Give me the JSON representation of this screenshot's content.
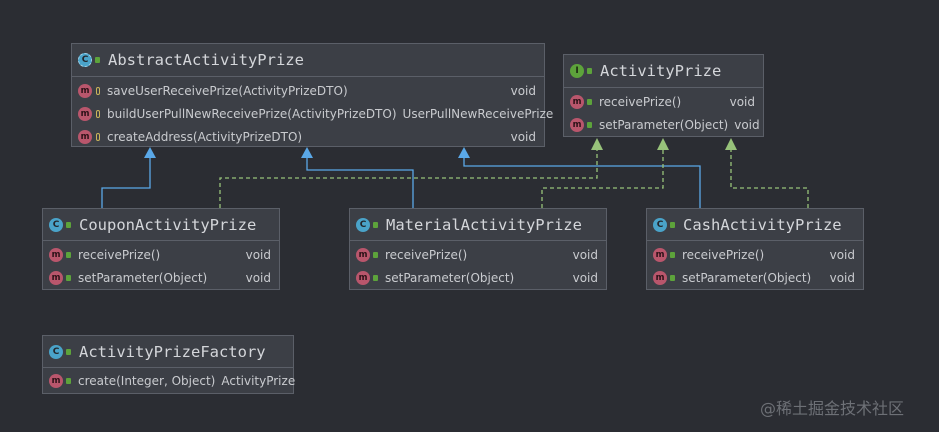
{
  "classes": {
    "abstract_activity_prize": {
      "name": "AbstractActivityPrize",
      "badge": "C",
      "methods": [
        {
          "signature": "saveUserReceivePrize(ActivityPrizeDTO)",
          "return": "void"
        },
        {
          "signature": "buildUserPullNewReceivePrize(ActivityPrizeDTO)",
          "return": "UserPullNewReceivePrize"
        },
        {
          "signature": "createAddress(ActivityPrizeDTO)",
          "return": "void"
        }
      ]
    },
    "activity_prize": {
      "name": "ActivityPrize",
      "badge": "I",
      "methods": [
        {
          "signature": "receivePrize()",
          "return": "void"
        },
        {
          "signature": "setParameter(Object)",
          "return": "void"
        }
      ]
    },
    "coupon_activity_prize": {
      "name": "CouponActivityPrize",
      "badge": "C",
      "methods": [
        {
          "signature": "receivePrize()",
          "return": "void"
        },
        {
          "signature": "setParameter(Object)",
          "return": "void"
        }
      ]
    },
    "material_activity_prize": {
      "name": "MaterialActivityPrize",
      "badge": "C",
      "methods": [
        {
          "signature": "receivePrize()",
          "return": "void"
        },
        {
          "signature": "setParameter(Object)",
          "return": "void"
        }
      ]
    },
    "cash_activity_prize": {
      "name": "CashActivityPrize",
      "badge": "C",
      "methods": [
        {
          "signature": "receivePrize()",
          "return": "void"
        },
        {
          "signature": "setParameter(Object)",
          "return": "void"
        }
      ]
    },
    "activity_prize_factory": {
      "name": "ActivityPrizeFactory",
      "badge": "C",
      "methods": [
        {
          "signature": "create(Integer, Object)",
          "return": "ActivityPrize"
        }
      ]
    }
  },
  "method_badge": "m",
  "colors": {
    "background": "#2b2d33",
    "class_box": "#3c3f46",
    "extends_arrow": "#5aa8e8",
    "implements_arrow": "#97c27a"
  },
  "watermark": "@稀土掘金技术社区"
}
